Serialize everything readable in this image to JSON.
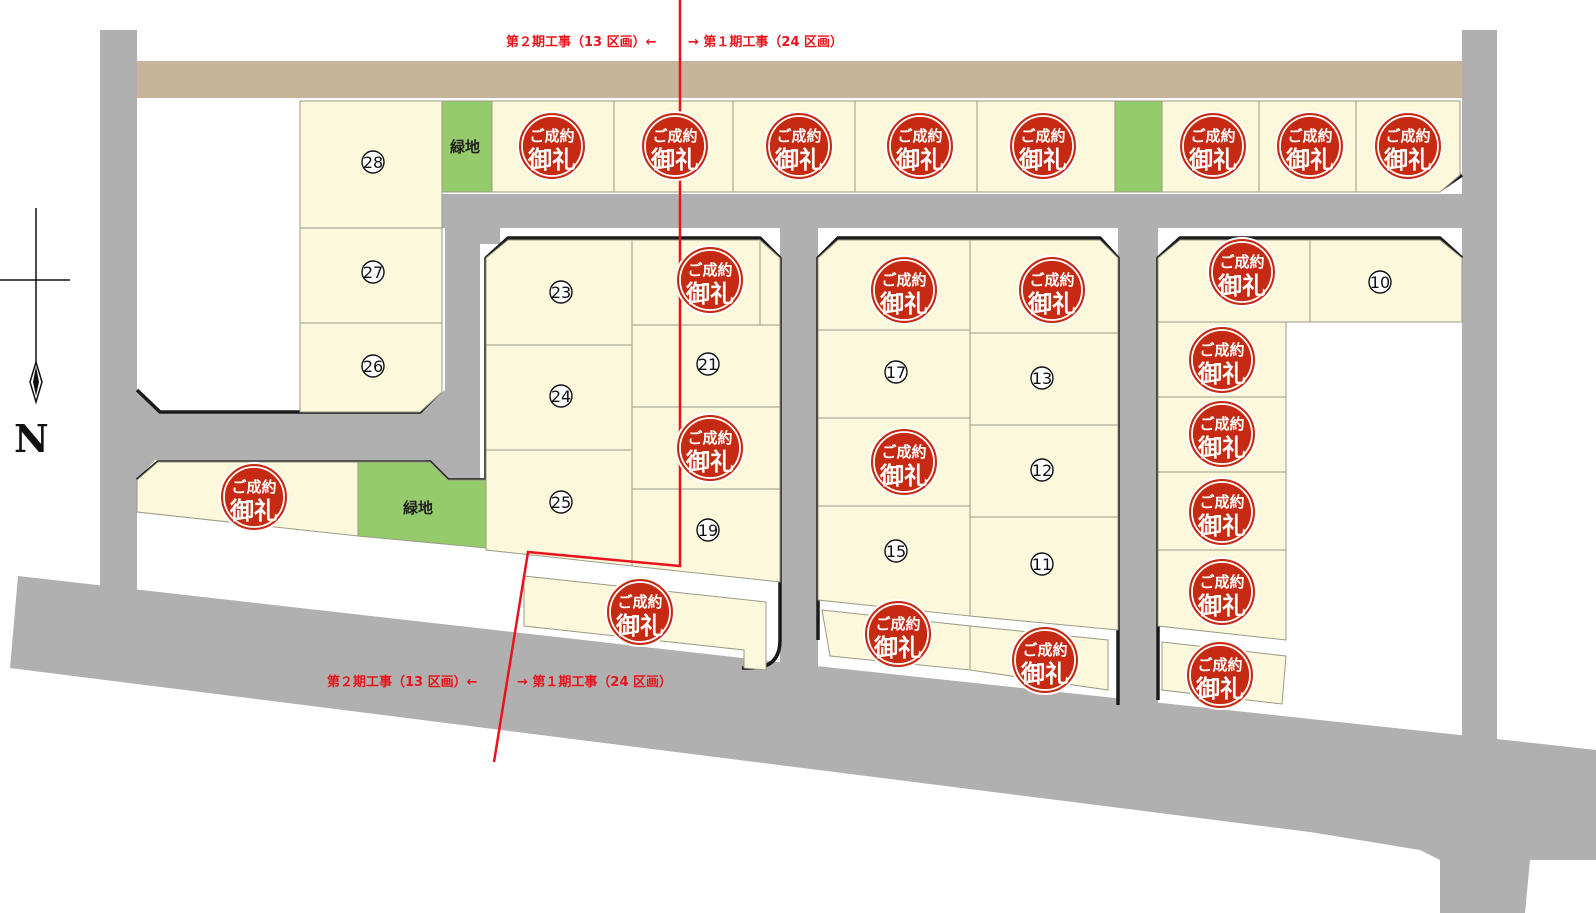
{
  "map": {
    "compass_label": "N",
    "colors": {
      "road": "#b0b0b0",
      "lot": "#fbf8dc",
      "green_space": "#95cb6b",
      "phase_line": "#e8141d",
      "sold_stamp": "#c62a12",
      "top_road": "#c8b39b"
    },
    "phase_labels": {
      "top_left": "第２期工事（13 区画）←",
      "top_right": "→ 第１期工事（24 区画）",
      "bottom_left": "第２期工事（13 区画）←",
      "bottom_right": "→ 第１期工事（24 区画）"
    },
    "green_label": "緑地",
    "sold_stamp": {
      "line1": "ご成約",
      "line2": "御礼",
      "icon": "sold-stamp-icon"
    },
    "lots": [
      {
        "id": "28",
        "number": "㉘",
        "status": "available"
      },
      {
        "id": "27",
        "number": "㉗",
        "status": "available"
      },
      {
        "id": "26",
        "number": "㉖",
        "status": "available"
      },
      {
        "id": "23",
        "number": "㉓",
        "status": "available"
      },
      {
        "id": "24",
        "number": "㉔",
        "status": "available"
      },
      {
        "id": "25",
        "number": "㉕",
        "status": "available"
      },
      {
        "id": "21",
        "number": "㉑",
        "status": "available"
      },
      {
        "id": "19",
        "number": "⑲",
        "status": "available"
      },
      {
        "id": "17",
        "number": "⑰",
        "status": "available"
      },
      {
        "id": "15",
        "number": "⑮",
        "status": "available"
      },
      {
        "id": "13",
        "number": "⑬",
        "status": "available"
      },
      {
        "id": "12",
        "number": "⑫",
        "status": "available"
      },
      {
        "id": "11",
        "number": "⑪",
        "status": "available"
      },
      {
        "id": "10",
        "number": "⑩",
        "status": "available"
      }
    ]
  }
}
